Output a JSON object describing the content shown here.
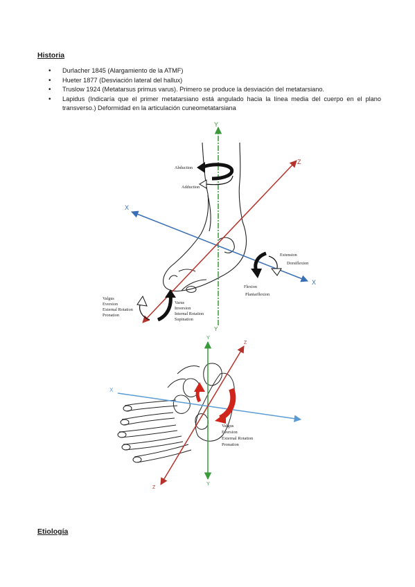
{
  "sections": {
    "historia": "Historia",
    "etiologia": "Etiología"
  },
  "historia_items": [
    "Durlacher 1845 (Alargamiento de la ATMF)",
    "Hueter 1877 (Desviación lateral del hallux)",
    "Truslow 1924 (Metatarsus primus varus). Primero se produce la desviación del metatarsiano.",
    "Lapidus (Indicaría que el primer metatarsiano está angulado hacia la línea media del cuerpo en el plano transverso.) Deformidad en la articulación cuneometatarsiana"
  ],
  "figure1": {
    "axes": {
      "x": "X",
      "x2": "X",
      "y": "Y",
      "y2": "Y",
      "z": "Z"
    },
    "labels": {
      "abduction": "Abduction",
      "adduction": "Adduction",
      "extension": "Extension",
      "dorsiflexion": "Dorsiflexion",
      "flexion": "Flexion",
      "plantarflexion": "Plantarflexion",
      "valgus": "Valgus",
      "eversion": "Eversion",
      "external_rotation": "External Rotation",
      "pronation": "Pronation",
      "varus": "Varus",
      "inversion": "Inversion",
      "internal_rotation": "Internal Rotation",
      "supination": "Supination"
    }
  },
  "figure2": {
    "axes": {
      "x": "X",
      "y": "Y",
      "y2": "Y",
      "z": "Z",
      "z2": "Z"
    },
    "labels": {
      "valgus": "Valgus",
      "eversion": "Eversion",
      "external_rotation": "External Rotation",
      "pronation": "Pronation"
    }
  },
  "colors": {
    "x_axis": "#3a6fb3",
    "x_axis_2": "#5b9bd5",
    "y_axis": "#3a9a3a",
    "z_axis": "#b5322a",
    "red_arrow": "#d0251a"
  }
}
